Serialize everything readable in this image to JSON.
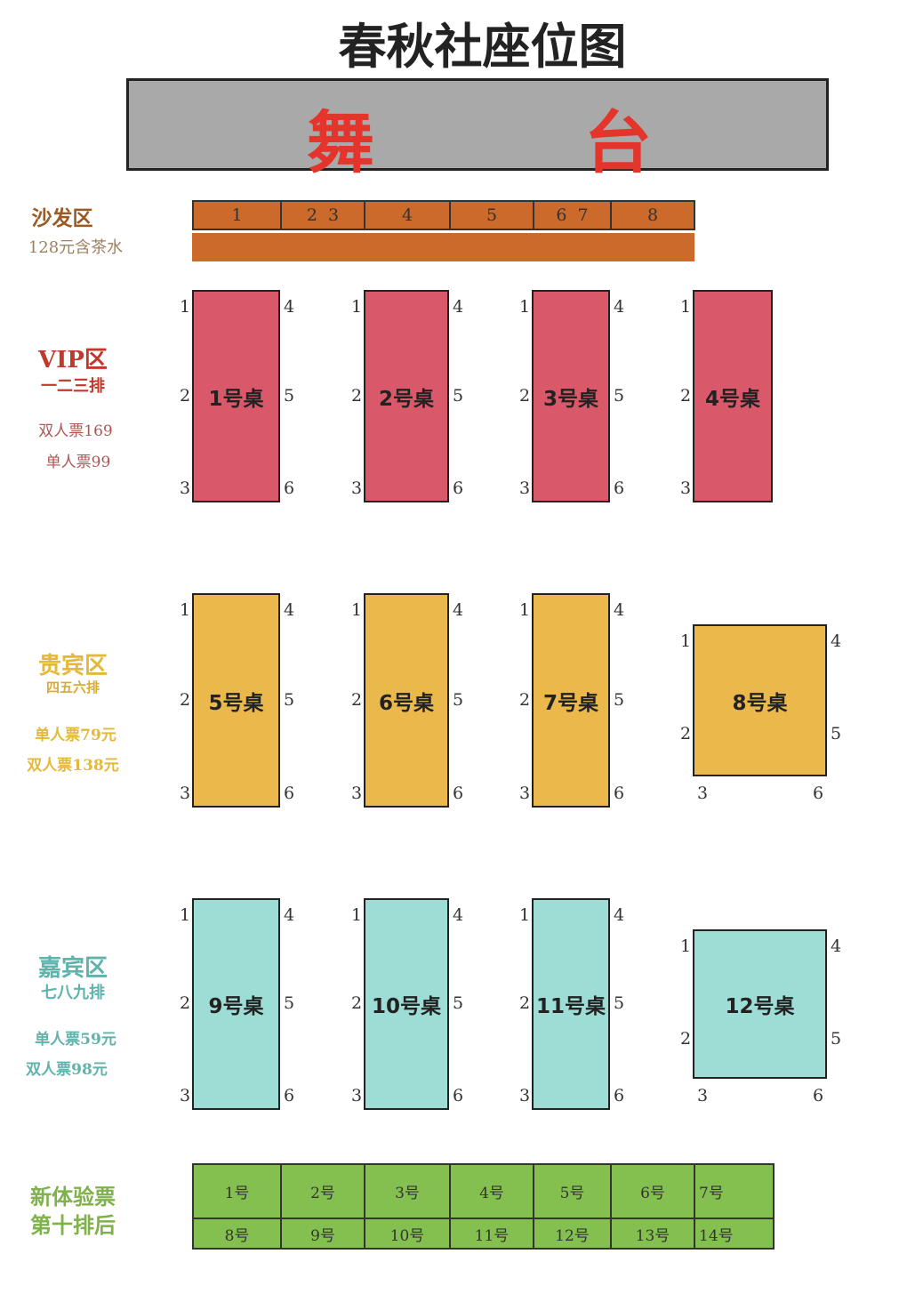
{
  "title": "春秋社座位图",
  "stage": {
    "left_char": "舞",
    "right_char": "台",
    "color": "#e3352b"
  },
  "zones": {
    "sofa": {
      "title": "沙发区",
      "price": "128元含茶水",
      "color": "#9a5a24",
      "fill": "#cc6a2c",
      "cells": [
        "1",
        "2  3",
        "4",
        "5",
        "6  7",
        "8"
      ]
    },
    "vip": {
      "title": "VIP区",
      "rows": "一二三排",
      "prices": [
        "双人票169",
        "单人票99"
      ],
      "color": "#c0392b",
      "fill": "#d9586a"
    },
    "guibin": {
      "title": "贵宾区",
      "rows": "四五六排",
      "prices": [
        "单人票79元",
        "双人票138元"
      ],
      "color": "#e2b93b",
      "fill": "#eab84b"
    },
    "jiabin": {
      "title": "嘉宾区",
      "rows": "七八九排",
      "prices": [
        "单人票59元",
        "双人票98元"
      ],
      "color": "#5fb3ad",
      "fill": "#9edcd6"
    },
    "trial": {
      "title": "新体验票",
      "rows": "第十排后",
      "color": "#7fb24a",
      "fill": "#84c04f",
      "row1": [
        "1号",
        "2号",
        "3号",
        "4号",
        "5号",
        "6号",
        "7号"
      ],
      "row2": [
        "8号",
        "9号",
        "10号",
        "11号",
        "12号",
        "13号",
        "14号"
      ]
    }
  },
  "tables": [
    {
      "label": "1号桌",
      "zone": "vip",
      "left": [
        "1",
        "2",
        "3"
      ],
      "right": [
        "4",
        "5",
        "6"
      ]
    },
    {
      "label": "2号桌",
      "zone": "vip",
      "left": [
        "1",
        "2",
        "3"
      ],
      "right": [
        "4",
        "5",
        "6"
      ]
    },
    {
      "label": "3号桌",
      "zone": "vip",
      "left": [
        "1",
        "2",
        "3"
      ],
      "right": [
        "4",
        "5",
        "6"
      ]
    },
    {
      "label": "4号桌",
      "zone": "vip",
      "left": [
        "1",
        "2",
        "3"
      ],
      "right": []
    },
    {
      "label": "5号桌",
      "zone": "guibin",
      "left": [
        "1",
        "2",
        "3"
      ],
      "right": [
        "4",
        "5",
        "6"
      ]
    },
    {
      "label": "6号桌",
      "zone": "guibin",
      "left": [
        "1",
        "2",
        "3"
      ],
      "right": [
        "4",
        "5",
        "6"
      ]
    },
    {
      "label": "7号桌",
      "zone": "guibin",
      "left": [
        "1",
        "2",
        "3"
      ],
      "right": [
        "4",
        "5",
        "6"
      ]
    },
    {
      "label": "8号桌",
      "zone": "guibin",
      "square": true,
      "seats": [
        "1",
        "2",
        "3",
        "4",
        "5",
        "6"
      ]
    },
    {
      "label": "9号桌",
      "zone": "jiabin",
      "left": [
        "1",
        "2",
        "3"
      ],
      "right": [
        "4",
        "5",
        "6"
      ]
    },
    {
      "label": "10号桌",
      "zone": "jiabin",
      "left": [
        "1",
        "2",
        "3"
      ],
      "right": [
        "4",
        "5",
        "6"
      ]
    },
    {
      "label": "11号桌",
      "zone": "jiabin",
      "left": [
        "1",
        "2",
        "3"
      ],
      "right": [
        "4",
        "5",
        "6"
      ]
    },
    {
      "label": "12号桌",
      "zone": "jiabin",
      "square": true,
      "seats": [
        "1",
        "2",
        "3",
        "4",
        "5",
        "6"
      ]
    }
  ]
}
